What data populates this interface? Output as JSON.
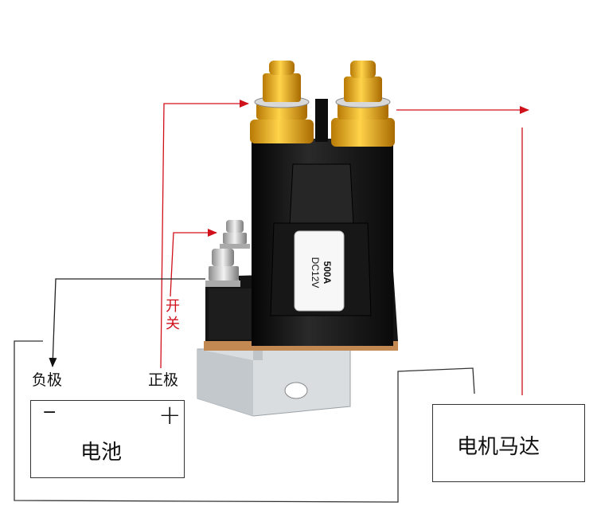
{
  "relay": {
    "label_current": "500A",
    "label_voltage": "DC12V"
  },
  "switch_label": "开关",
  "battery": {
    "negative_terminal_label": "负极",
    "positive_terminal_label": "正极",
    "minus_sign": "−",
    "plus_sign": "+",
    "name": "电池"
  },
  "motor": {
    "name": "电机马达"
  },
  "colors": {
    "signal_line": "#d0101b",
    "wire_line": "#333333",
    "brass": "#f2b21b",
    "relay_body": "#1a1a1a"
  }
}
